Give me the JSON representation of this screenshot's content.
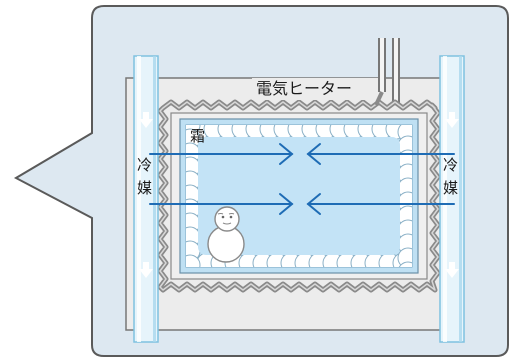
{
  "labels": {
    "heater": "電気ヒーター",
    "frost": "霜",
    "refrigerant_left_1": "冷",
    "refrigerant_left_2": "媒",
    "refrigerant_right_1": "冷",
    "refrigerant_right_2": "媒"
  },
  "colors": {
    "bubble_fill": "#dde8f1",
    "bubble_stroke": "#5a5a5a",
    "pipe_fill": "#e6f4fb",
    "pipe_edge": "#7fc1e0",
    "heater_coil": "#8a8a8a",
    "frost_panel": "#bfe0f3",
    "arrow_blue": "#1e6cb5"
  },
  "icons": {
    "snowman": "snowman-icon",
    "flow_arrow": "down-arrow-icon",
    "airflow_arrow": "chevron-arrow-icon"
  }
}
